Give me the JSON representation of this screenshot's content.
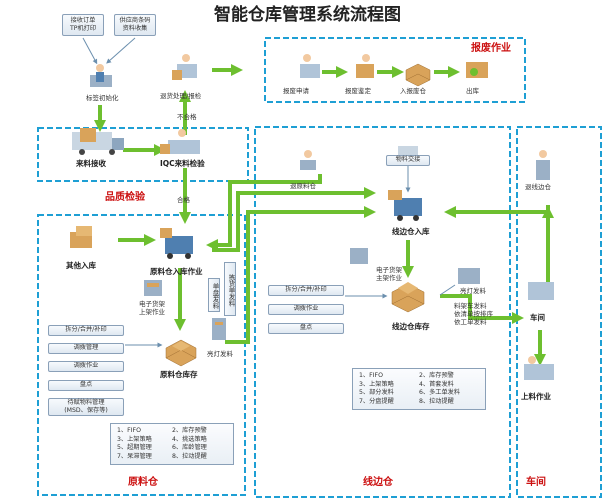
{
  "title": "智能仓库管理系统流程图",
  "top_notes": {
    "note1": "接收订单\nTP机打印",
    "note2": "供应商条码\n资料收集"
  },
  "nodes": {
    "label_init": "标签初始化",
    "return_repair": "退货处理/报检",
    "unqualified": "不合格",
    "incoming_receive": "来料接收",
    "iqc_inspect": "IQC来料检验",
    "qualified": "合格",
    "other_inbound": "其他入库",
    "raw_inbound": "原料仓入库作业",
    "elabel_shelf": "电子货架\n上架作业",
    "raw_storage": "原料仓库存",
    "light_pick": "亮灯发料",
    "return_raw": "退原料仓",
    "material_handover": "物料交接",
    "line_inbound": "线边仓入库",
    "elabel_shelf2": "电子货架\n主架作业",
    "line_storage": "线边仓库存",
    "light_pick2": "亮灯发料",
    "workshop": "车间",
    "return_line": "退线边仓",
    "line_op": "上料作业",
    "scrap_apply": "报废申请",
    "scrap_verify": "报废鉴定",
    "scrap_store": "入报废仓",
    "out": "出库"
  },
  "vertical_labels": {
    "pick_list": "拣货单发料",
    "single_pick": "单盘发料"
  },
  "side_notes": {
    "line_pick_text": "料架车发料\n依清单按排序\n依工单发料"
  },
  "left_tools": [
    "拆分/合并/补印",
    "调拨管理",
    "调拨作业",
    "盘点",
    "待赋物料管理\n(MSD、保存等)"
  ],
  "mid_tools": [
    "拆分/合并/补印",
    "调拨作业",
    "盘点"
  ],
  "raw_strategy_list": [
    [
      "1、FIFO",
      "2、库存预警"
    ],
    [
      "3、上架策略",
      "4、挑选策略"
    ],
    [
      "5、超期管理",
      "6、库龄管理"
    ],
    [
      "7、呆滞管理",
      "8、拉动提醒"
    ]
  ],
  "line_strategy_list": [
    [
      "1、FIFO",
      "2、库存预警"
    ],
    [
      "3、上架策略",
      "4、首套发料"
    ],
    [
      "5、部分发料",
      "6、多工单发料"
    ],
    [
      "7、分盘提醒",
      "8、拉动提醒"
    ]
  ],
  "areas": {
    "quality": "品质检验",
    "scrap": "报废作业",
    "raw": "原料仓",
    "line": "线边仓",
    "workshop": "车间"
  },
  "colors": {
    "border": "#1e9fd4",
    "arrow": "#6dbf2f",
    "label_red": "#cc1111",
    "box": "#eef3f8"
  }
}
